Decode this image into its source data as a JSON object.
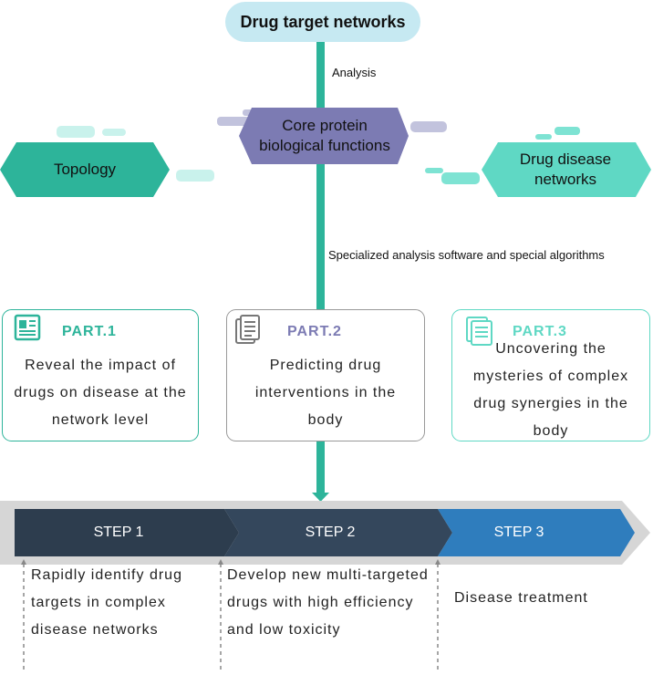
{
  "title": "Drug target networks",
  "labels": {
    "analysis": "Analysis",
    "software": "Specialized analysis software and special algorithms"
  },
  "nodes": {
    "core": "Core protein biological functions",
    "topology": "Topology",
    "disease": "Drug disease networks"
  },
  "parts": [
    {
      "title": "PART.1",
      "description": "Reveal the impact of drugs on disease at the network level",
      "icon": "newspaper-icon"
    },
    {
      "title": "PART.2",
      "description": "Predicting drug interventions in the body",
      "icon": "document-icon"
    },
    {
      "title": "PART.3",
      "description": "Uncovering the mysteries of complex drug synergies in the body",
      "icon": "document-stack-icon"
    }
  ],
  "steps": [
    {
      "label": "STEP 1",
      "description": "Rapidly identify drug targets in complex disease networks"
    },
    {
      "label": "STEP 2",
      "description": "Develop new multi-targeted drugs with high efficiency and low toxicity"
    },
    {
      "label": "STEP 3",
      "description": "Disease treatment"
    }
  ],
  "colors": {
    "teal": "#2db49a",
    "light_teal": "#5fd8c4",
    "purple": "#7c7bb3",
    "light_purple": "#c2c3dd",
    "pill": "#c6e9f2",
    "step1": "#2d3d4e",
    "step2": "#34475c",
    "step3": "#2f7dbd",
    "arrow_gray": "#d6d6d6"
  }
}
